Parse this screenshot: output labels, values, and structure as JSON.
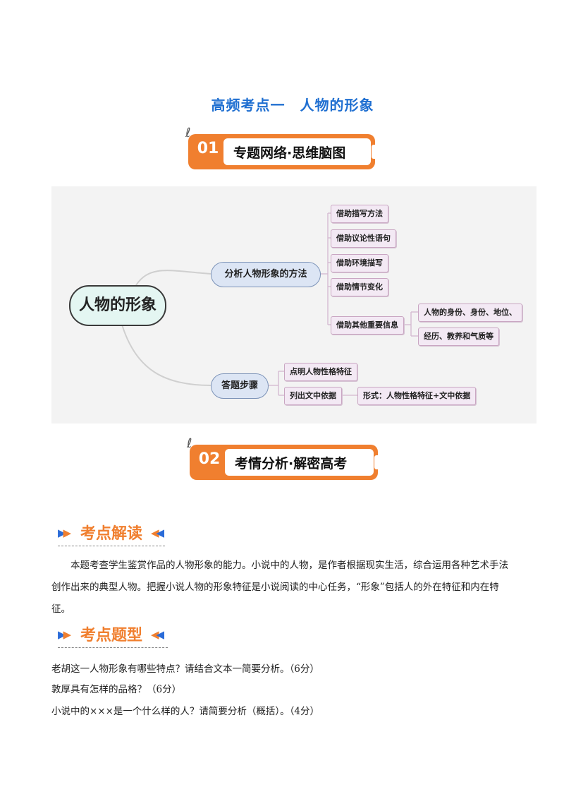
{
  "document": {
    "title": "高频考点一　人物的形象"
  },
  "section1": {
    "number": "01",
    "label": "专题网络·思维脑图"
  },
  "mindmap": {
    "root": "人物的形象",
    "branch1": {
      "label": "分析人物形象的方法",
      "leaves": [
        "借助描写方法",
        "借助议论性语句",
        "借助环境描写",
        "借助情节变化",
        "借助其他重要信息"
      ],
      "sub_leaves": [
        "人物的身份、身份、地位、",
        "经历、教养和气质等"
      ]
    },
    "branch2": {
      "label": "答题步骤",
      "leaves": [
        "点明人物性格特征",
        "列出文中依据"
      ],
      "sub_leaf": "形式：人物性格特征+文中依据"
    }
  },
  "section2": {
    "number": "02",
    "label": "考情分析·解密高考"
  },
  "heading1": {
    "label": "考点解读"
  },
  "paragraph": "本题考查学生鉴赏作品的人物形象的能力。小说中的人物，是作者根据现实生活，综合运用各种艺术手法创作出来的典型人物。把握小说人物的形象特征是小说阅读的中心任务，“形象”包括人的外在特征和内在特征。",
  "heading2": {
    "label": "考点题型"
  },
  "questions": [
    "老胡这一人物形象有哪些特点？请结合文本一简要分析。（6分）",
    "敦厚具有怎样的品格？（6分）",
    "小说中的×××是一个什么样的人？请简要分析（概括）。（4分）"
  ],
  "colors": {
    "accent_orange": "#f07f2f",
    "title_blue": "#1f6fd1",
    "arrow_blue": "#2a6bd8"
  }
}
